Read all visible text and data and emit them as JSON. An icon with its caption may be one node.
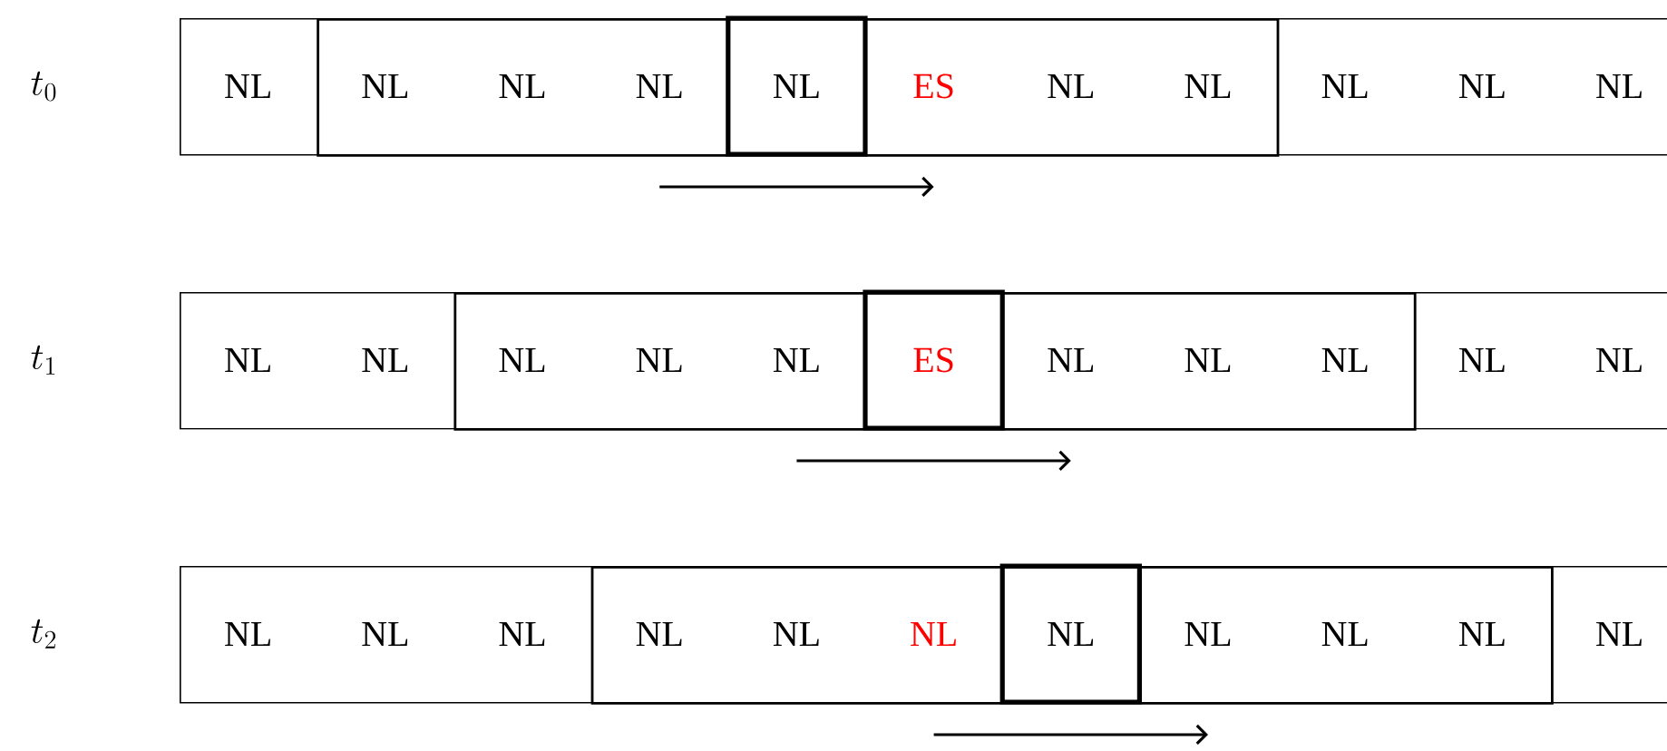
{
  "diagram": {
    "nodes": [
      {
        "text": [],
        "shape": "box"
      },
      {
        "text": [
          "NL"
        ],
        "in": 0
      },
      {
        "text": [],
        "shape": "box",
        "in": 0
      },
      {
        "text": [
          "NL"
        ],
        "in": 2
      },
      {
        "text": [
          "NL"
        ],
        "in": 2
      },
      {
        "text": [
          "NL"
        ],
        "in": 2
      },
      {
        "text": [
          "NL"
        ],
        "in": 2
      },
      {
        "text": [
          "ES"
        ],
        "in": 2
      },
      {
        "text": [
          "NL"
        ],
        "in": 2
      },
      {
        "text": [
          "NL"
        ],
        "in": 2
      },
      {
        "text": [
          "NL"
        ],
        "in": 0
      },
      {
        "text": [
          "NL"
        ],
        "in": 0
      },
      {
        "text": [
          "NL"
        ],
        "in": 0
      },
      {
        "text": [],
        "shape": "box"
      },
      {
        "text": [
          "NL"
        ],
        "in": 13
      },
      {
        "text": [
          "NL"
        ],
        "in": 13
      },
      {
        "text": [],
        "shape": "box",
        "in": 13
      },
      {
        "text": [
          "NL"
        ],
        "in": 16
      },
      {
        "text": [
          "NL"
        ],
        "in": 16
      },
      {
        "text": [
          "NL"
        ],
        "in": 16
      },
      {
        "text": [
          "ES"
        ],
        "in": 16
      },
      {
        "text": [
          "NL"
        ],
        "in": 16
      },
      {
        "text": [
          "NL"
        ],
        "in": 16
      },
      {
        "text": [
          "NL"
        ],
        "in": 16
      },
      {
        "text": [
          "NL"
        ],
        "in": 13
      },
      {
        "text": [
          "NL"
        ],
        "in": 13
      },
      {
        "text": [],
        "shape": "box"
      },
      {
        "text": [
          "NL"
        ],
        "in": 26
      },
      {
        "text": [
          "NL"
        ],
        "in": 26
      },
      {
        "text": [
          "NL"
        ],
        "in": 26
      },
      {
        "text": [],
        "shape": "box",
        "in": 26
      },
      {
        "text": [
          "NL"
        ],
        "in": 30
      },
      {
        "text": [
          "NL"
        ],
        "in": 30
      },
      {
        "text": [
          "NL"
        ],
        "in": 30
      },
      {
        "text": [
          "NL"
        ],
        "in": 30
      },
      {
        "text": [
          "NL"
        ],
        "in": 30
      },
      {
        "text": [
          "NL"
        ],
        "in": 30
      },
      {
        "text": [
          "NL"
        ],
        "in": 30
      },
      {
        "text": [
          "NL"
        ],
        "in": 26
      }
    ],
    "labels": [
      "t_0",
      "t_1",
      "t_2"
    ]
  }
}
